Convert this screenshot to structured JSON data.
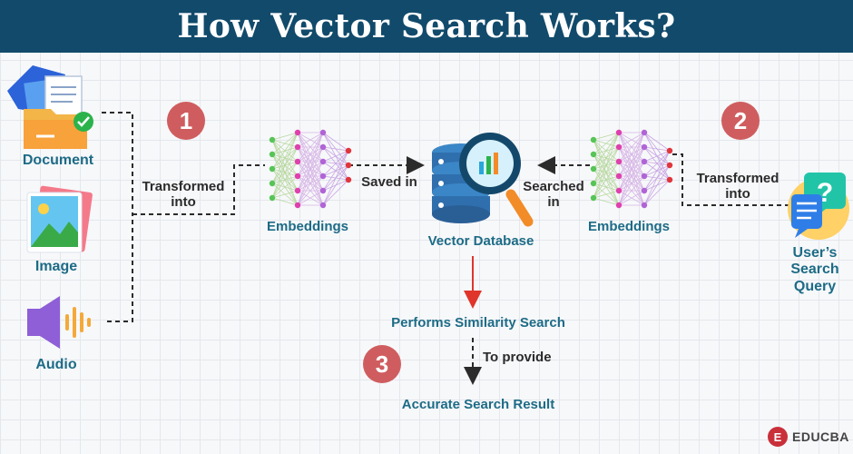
{
  "title": "How Vector Search Works?",
  "sources": {
    "document": "Document",
    "image": "Image",
    "audio": "Audio"
  },
  "steps": [
    "1",
    "2",
    "3"
  ],
  "labels": {
    "transformed_into_left": "Transformed into",
    "embeddings_left": "Embeddings",
    "saved_in": "Saved in",
    "vector_database": "Vector Database",
    "searched_in": "Searched in",
    "embeddings_right": "Embeddings",
    "transformed_into_right": "Transformed into",
    "user_query": "User’s Search Query",
    "similarity": "Performs Similarity Search",
    "to_provide": "To provide",
    "result": "Accurate Search Result"
  },
  "brand": "EDUCBA",
  "icons": [
    "document-icon",
    "image-icon",
    "audio-icon",
    "neural-network-icon",
    "database-icon",
    "magnifier-icon",
    "chat-question-icon"
  ],
  "colors": {
    "title_bg": "#114a6b",
    "accent_red": "#cf5d5f",
    "label_teal": "#1d6b86",
    "arrow_red": "#e0352b"
  }
}
